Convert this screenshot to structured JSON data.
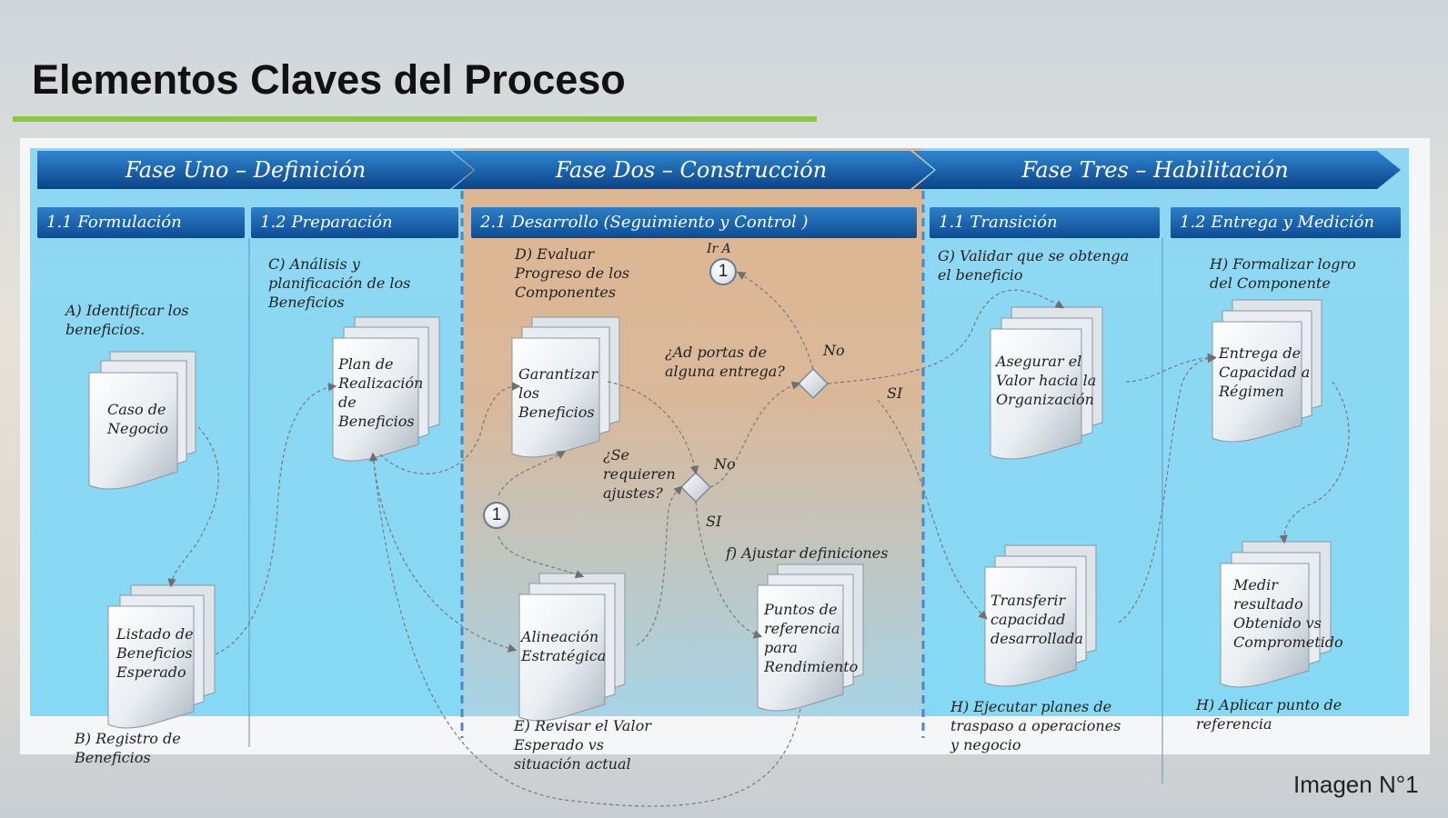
{
  "title": "Elementos Claves del Proceso",
  "image_label": "Imagen N°1",
  "phases": [
    {
      "label": "Fase Uno – Definición"
    },
    {
      "label": "Fase Dos – Construcción"
    },
    {
      "label": "Fase Tres – Habilitación"
    }
  ],
  "subphases": [
    {
      "label": "1.1 Formulación"
    },
    {
      "label": "1.2 Preparación"
    },
    {
      "label": "2.1 Desarrollo (Seguimiento y Control )"
    },
    {
      "label": "1.1 Transición"
    },
    {
      "label": "1.2 Entrega y Medición"
    }
  ],
  "notes": {
    "a": [
      "A) Identificar los",
      "beneficios."
    ],
    "b": [
      "B) Registro de",
      "Beneficios"
    ],
    "c": [
      "C) Análisis y",
      "planificación de los",
      "Beneficios"
    ],
    "d": [
      "D) Evaluar",
      "Progreso de los",
      "Componentes"
    ],
    "e": [
      "E) Revisar el Valor",
      "Esperado vs",
      "situación actual"
    ],
    "f": [
      "f) Ajustar definiciones"
    ],
    "g": [
      "G) Validar que se obtenga",
      "el beneficio"
    ],
    "h1": [
      "H) Formalizar logro",
      "del Componente"
    ],
    "h2": [
      "H) Ejecutar planes de",
      "traspaso a operaciones",
      "y negocio"
    ],
    "h3": [
      "H) Aplicar punto de",
      "referencia"
    ]
  },
  "documents": {
    "caso": [
      "Caso de",
      "Negocio"
    ],
    "listado": [
      "Listado de",
      "Beneficios",
      "Esperado"
    ],
    "plan": [
      "Plan de",
      "Realización",
      "de",
      "Beneficios"
    ],
    "garantizar": [
      "Garantizar",
      "los",
      "Beneficios"
    ],
    "alineacion": [
      "Alineación",
      "Estratégica"
    ],
    "puntos": [
      "Puntos de",
      "referencia",
      "para",
      "Rendimiento"
    ],
    "asegurar": [
      "Asegurar el",
      "Valor hacia la",
      "Organización"
    ],
    "transferir": [
      "Transferir",
      "capacidad",
      "desarrollada"
    ],
    "entrega": [
      "Entrega de",
      "Capacidad a",
      "Régimen"
    ],
    "medir": [
      "Medir",
      "resultado",
      "Obtenido vs",
      "Comprometido"
    ]
  },
  "decisions": {
    "ajustes": {
      "question": [
        "¿Se",
        "requieren",
        "ajustes?"
      ],
      "no": "No",
      "si": "SI"
    },
    "entrega": {
      "question": [
        "¿Ad portas de",
        "alguna entrega?"
      ],
      "no": "No",
      "si": "SI"
    }
  },
  "connectors": {
    "ir_a": "Ir A",
    "c1_top": "1",
    "c1_left": "1"
  },
  "colors": {
    "phase_bar": "#0d4c94",
    "title_underline": "#8cc63f",
    "zone_blue": "#86d9f4",
    "zone_orange": "#dfb690"
  }
}
